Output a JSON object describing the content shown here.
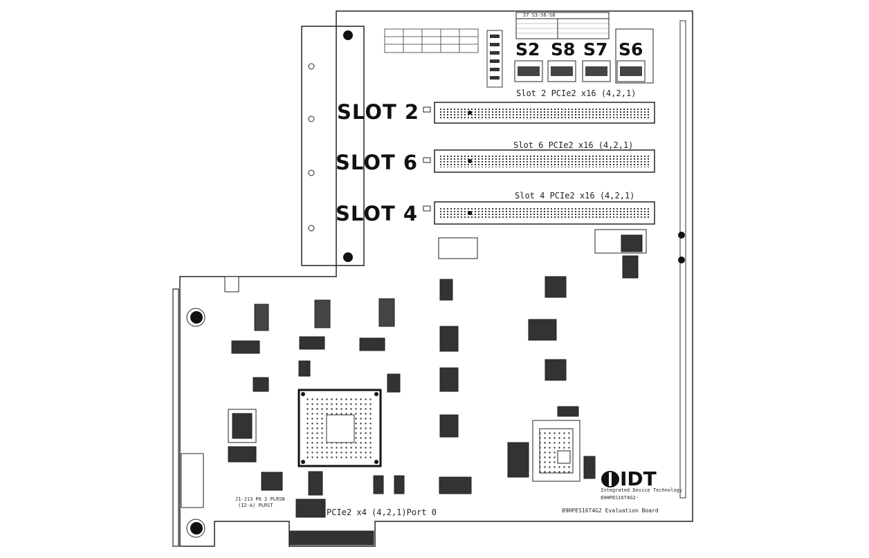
{
  "slots": [
    {
      "label": "SLOT 2",
      "connector_text": "Slot 2 PCIe2 x16 (4,2,1)"
    },
    {
      "label": "SLOT 6",
      "connector_text": "Slot 6 PCIe2 x16 (4,2,1)"
    },
    {
      "label": "SLOT 4",
      "connector_text": "Slot 4 PCIe2 x16 (4,2,1)"
    }
  ],
  "switches": [
    "S2",
    "S8",
    "S7",
    "S6"
  ],
  "switch_header": "S7   S3-S6-S8",
  "edge_connector_text": "PCIe2 x4 (4,2,1)Port 0",
  "logo": {
    "text": "IDT",
    "tagline": "Integrated Device Technology",
    "part": "89HPES16T4G2-"
  },
  "board_title": "89HPES16T4G2 Evaluation Board",
  "small_notes": [
    "J1-J13 P6 2 PLRSN",
    "(I2-A) PLRST"
  ]
}
